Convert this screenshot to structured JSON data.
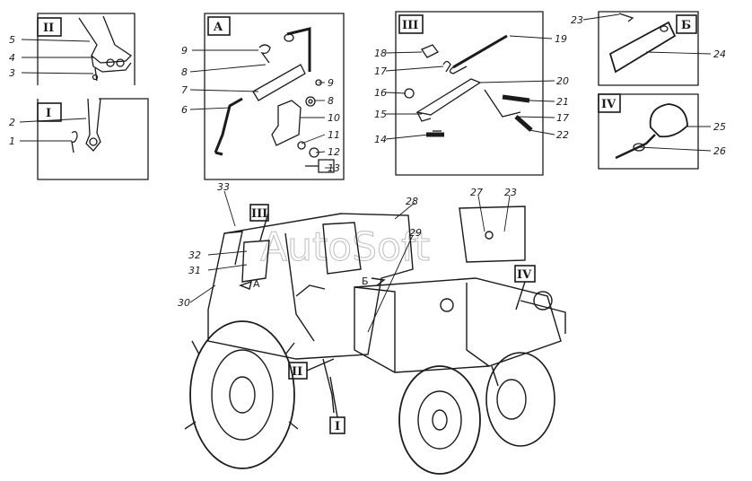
{
  "panels": {
    "panel_II": "II",
    "panel_I": "I",
    "panel_A": "A",
    "panel_III": "III",
    "panel_B": "Б",
    "panel_IV": "IV"
  },
  "part_numbers": {
    "n1": "1",
    "n2": "2",
    "n3": "3",
    "n4": "4",
    "n5": "5",
    "n6": "6",
    "n7": "7",
    "n8a": "8",
    "n8b": "8",
    "n9a": "9",
    "n9b": "9",
    "n10": "10",
    "n11": "11",
    "n12": "12",
    "n13": "13",
    "n14": "14",
    "n15": "15",
    "n16": "16",
    "n17a": "17",
    "n17b": "17",
    "n18": "18",
    "n19": "19",
    "n20": "20",
    "n21": "21",
    "n22": "22",
    "n23a": "23",
    "n24": "24",
    "n25": "25",
    "n26": "26",
    "n27": "27",
    "n23b": "23",
    "n28": "28",
    "n29": "29",
    "n30": "30",
    "n31": "31",
    "n32": "32",
    "n33": "33"
  },
  "tractor_markers": {
    "III": "III",
    "IV": "IV",
    "II": "II",
    "I": "I",
    "A": "A",
    "B": "Б"
  },
  "watermark": "AutoSoft"
}
